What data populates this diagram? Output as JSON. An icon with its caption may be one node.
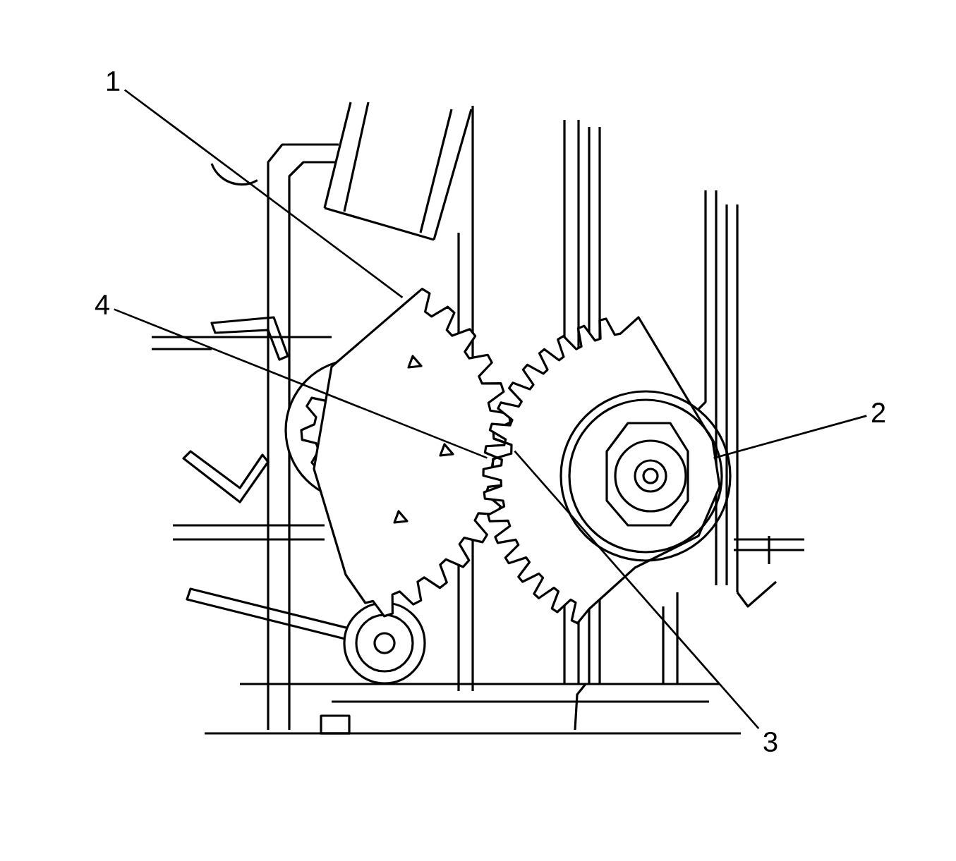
{
  "diagram": {
    "nodes": [
      {
        "text": [
          "1"
        ]
      },
      {
        "text": [],
        "shape": "picture"
      },
      {
        "text": [
          "2"
        ]
      },
      {
        "text": [],
        "shape": "picture"
      },
      {
        "text": [
          "3"
        ]
      },
      {
        "text": [],
        "shape": "picture"
      },
      {
        "text": [
          "4"
        ]
      },
      {
        "text": [],
        "shape": "picture"
      }
    ],
    "edges": [
      {
        "from": 0,
        "to": 1,
        "arrow": "none"
      },
      {
        "from": 2,
        "to": 3,
        "arrow": "none"
      },
      {
        "from": 4,
        "to": 5,
        "arrow": "none"
      },
      {
        "from": 6,
        "to": 7,
        "arrow": "none"
      }
    ]
  }
}
